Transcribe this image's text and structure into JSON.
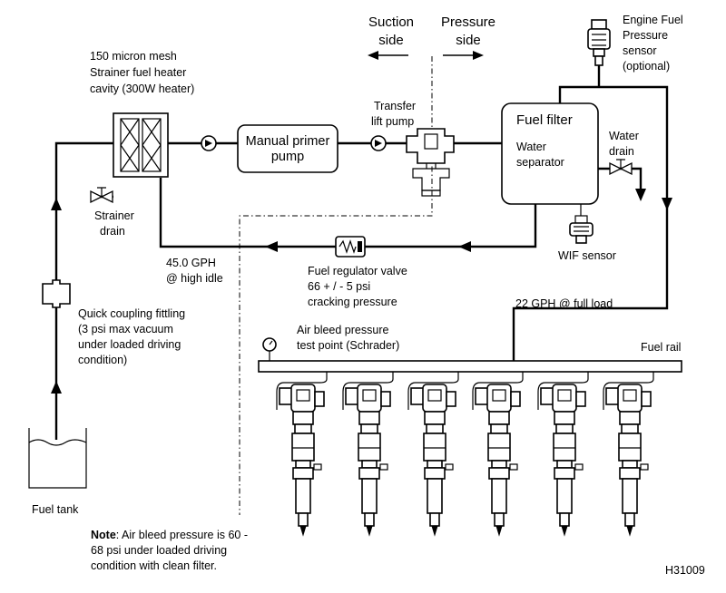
{
  "labels": {
    "suction_side_1": "Suction",
    "suction_side_2": "side",
    "pressure_side_1": "Pressure",
    "pressure_side_2": "side",
    "engine_sensor_1": "Engine Fuel",
    "engine_sensor_2": "Pressure",
    "engine_sensor_3": "sensor",
    "engine_sensor_4": "(optional)",
    "strainer_1": "150 micron mesh",
    "strainer_2": "Strainer fuel heater",
    "strainer_3": "cavity (300W heater)",
    "transfer_1": "Transfer",
    "transfer_2": "lift pump",
    "primer_1": "Manual primer",
    "primer_2": "pump",
    "filter_title": "Fuel filter",
    "filter_water_1": "Water",
    "filter_water_2": "separator",
    "water_drain_1": "Water",
    "water_drain_2": "drain",
    "strainer_drain_1": "Strainer",
    "strainer_drain_2": "drain",
    "flow_45_1": "45.0 GPH",
    "flow_45_2": "@ high idle",
    "wif": "WIF sensor",
    "regulator_1": "Fuel regulator valve",
    "regulator_2": "66 + / - 5 psi",
    "regulator_3": "cracking pressure",
    "flow_22": "22 GPH @ full load",
    "coupling_1": "Quick coupling fittling",
    "coupling_2": "(3 psi max vacuum",
    "coupling_3": "under loaded driving",
    "coupling_4": "condition)",
    "airbleed_1": "Air bleed pressure",
    "airbleed_2": "test point (Schrader)",
    "fuel_rail": "Fuel rail",
    "fuel_tank": "Fuel tank",
    "note_bold": "Note",
    "note_1": ": Air bleed pressure is 60 -",
    "note_2": "68 psi under loaded driving",
    "note_3": "condition with clean filter.",
    "figure_id": "H31009"
  }
}
